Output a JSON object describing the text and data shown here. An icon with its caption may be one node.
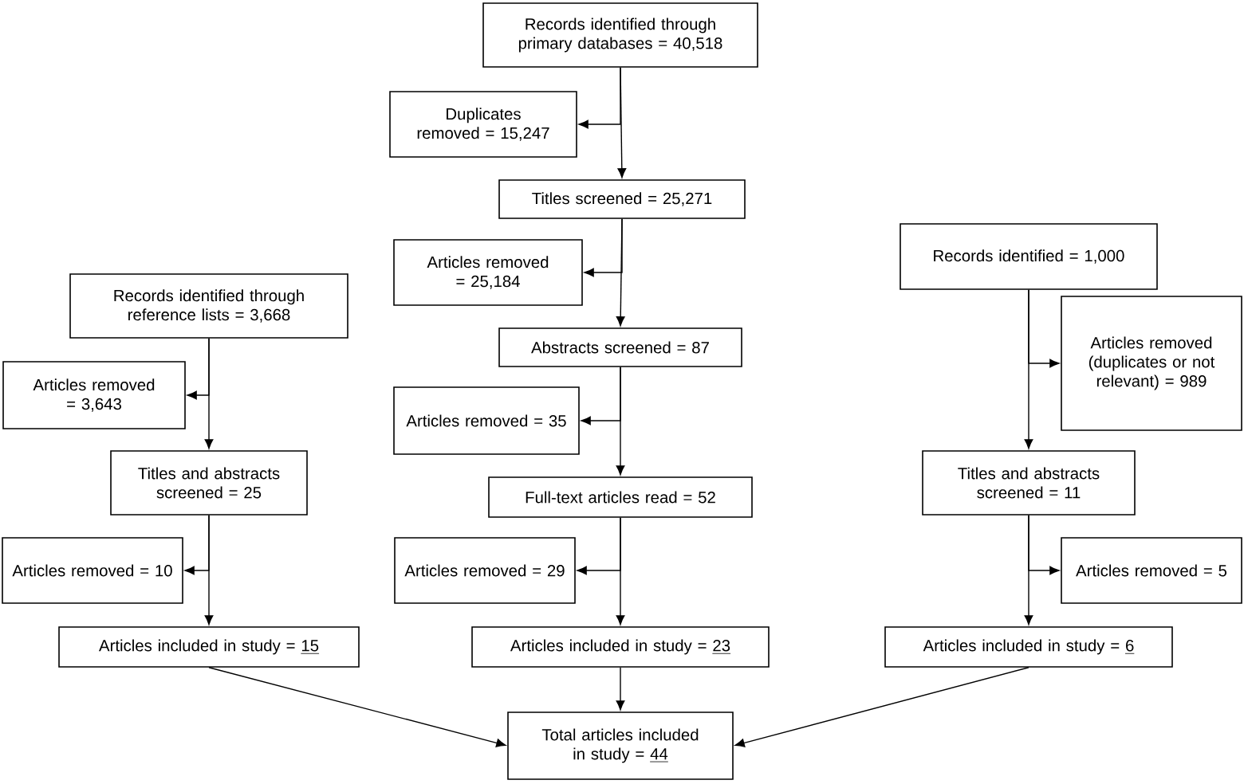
{
  "diagram": {
    "nodes": [
      {
        "text": [
          "Records identified through primary databases = 40,518"
        ]
      },
      {
        "text": [
          "Duplicates removed = 15,247"
        ]
      },
      {
        "text": [
          "Titles screened = 25,271"
        ]
      },
      {
        "text": [
          "Articles removed = 25,184"
        ]
      },
      {
        "text": [
          "Abstracts screened = 87"
        ]
      },
      {
        "text": [
          "Articles removed = 35"
        ]
      },
      {
        "text": [
          "Full-text articles read = 52"
        ]
      },
      {
        "text": [
          "Articles removed = 29"
        ]
      },
      {
        "text": [
          "Articles included in study =",
          "23"
        ]
      },
      {
        "text": [
          "Total articles included in study =",
          "44"
        ]
      },
      {
        "text": [
          "Records identified through reference lists = 3,668"
        ]
      },
      {
        "text": [
          "Articles removed = 3,643"
        ]
      },
      {
        "text": [
          "Titles and abstracts screened = 25"
        ]
      },
      {
        "text": [
          "Articles removed = 10"
        ]
      },
      {
        "text": [
          "Articles included in study =",
          "15"
        ]
      },
      {
        "text": [
          "Records identified = 1,000"
        ]
      },
      {
        "text": [
          "Articles removed (duplicates or not relevant) = 989"
        ]
      },
      {
        "text": [
          "Titles and abstracts screened = 11"
        ]
      },
      {
        "text": [
          "Articles removed = 5"
        ]
      },
      {
        "text": [
          "Articles included in study =",
          "6"
        ]
      }
    ],
    "edges": [
      {
        "from": 0,
        "to": 2,
        "arrow": "to"
      },
      {
        "from": 0,
        "to": 1,
        "arrow": "to"
      },
      {
        "from": 2,
        "to": 4,
        "arrow": "to"
      },
      {
        "from": 2,
        "to": 3,
        "arrow": "to"
      },
      {
        "from": 4,
        "to": 6,
        "arrow": "to"
      },
      {
        "from": 4,
        "to": 5,
        "arrow": "to"
      },
      {
        "from": 6,
        "to": 8,
        "arrow": "to"
      },
      {
        "from": 6,
        "to": 7,
        "arrow": "to"
      },
      {
        "from": 8,
        "to": 9,
        "arrow": "to"
      },
      {
        "from": 10,
        "to": 12,
        "arrow": "to"
      },
      {
        "from": 10,
        "to": 11,
        "arrow": "to"
      },
      {
        "from": 12,
        "to": 14,
        "arrow": "to"
      },
      {
        "from": 12,
        "to": 13,
        "arrow": "to"
      },
      {
        "from": 14,
        "to": 9,
        "arrow": "to"
      },
      {
        "from": 15,
        "to": 17,
        "arrow": "to"
      },
      {
        "from": 15,
        "to": 16,
        "arrow": "to"
      },
      {
        "from": 17,
        "to": 19,
        "arrow": "to"
      },
      {
        "from": 17,
        "to": 18,
        "arrow": "to"
      },
      {
        "from": 19,
        "to": 9,
        "arrow": "to"
      }
    ]
  }
}
